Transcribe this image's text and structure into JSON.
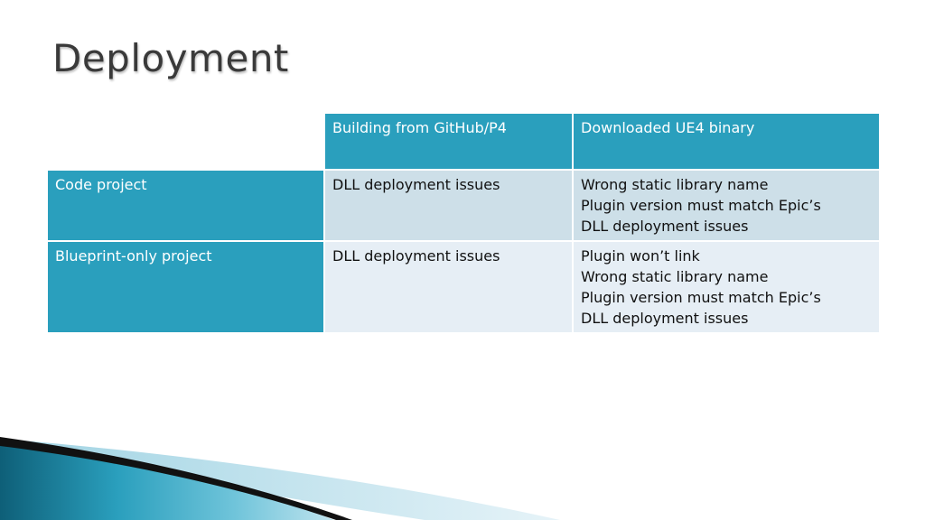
{
  "slide": {
    "title": "Deployment"
  },
  "table": {
    "columns": [
      "",
      "Building from GitHub/P4",
      "Downloaded UE4 binary"
    ],
    "rows": [
      {
        "label": "Code project",
        "github": [
          "DLL deployment issues"
        ],
        "binary": [
          "Wrong static library name",
          "Plugin version must match Epic’s",
          "DLL deployment issues"
        ]
      },
      {
        "label": "Blueprint-only project",
        "github": [
          "DLL deployment issues"
        ],
        "binary": [
          "Plugin won’t link",
          "Wrong static library name",
          "Plugin version must match Epic’s",
          "DLL deployment issues"
        ]
      }
    ]
  },
  "colors": {
    "header": "#2a9fbd",
    "row_odd": "#cddfe8",
    "row_even": "#e6eef5",
    "title": "#3a3a3a"
  }
}
